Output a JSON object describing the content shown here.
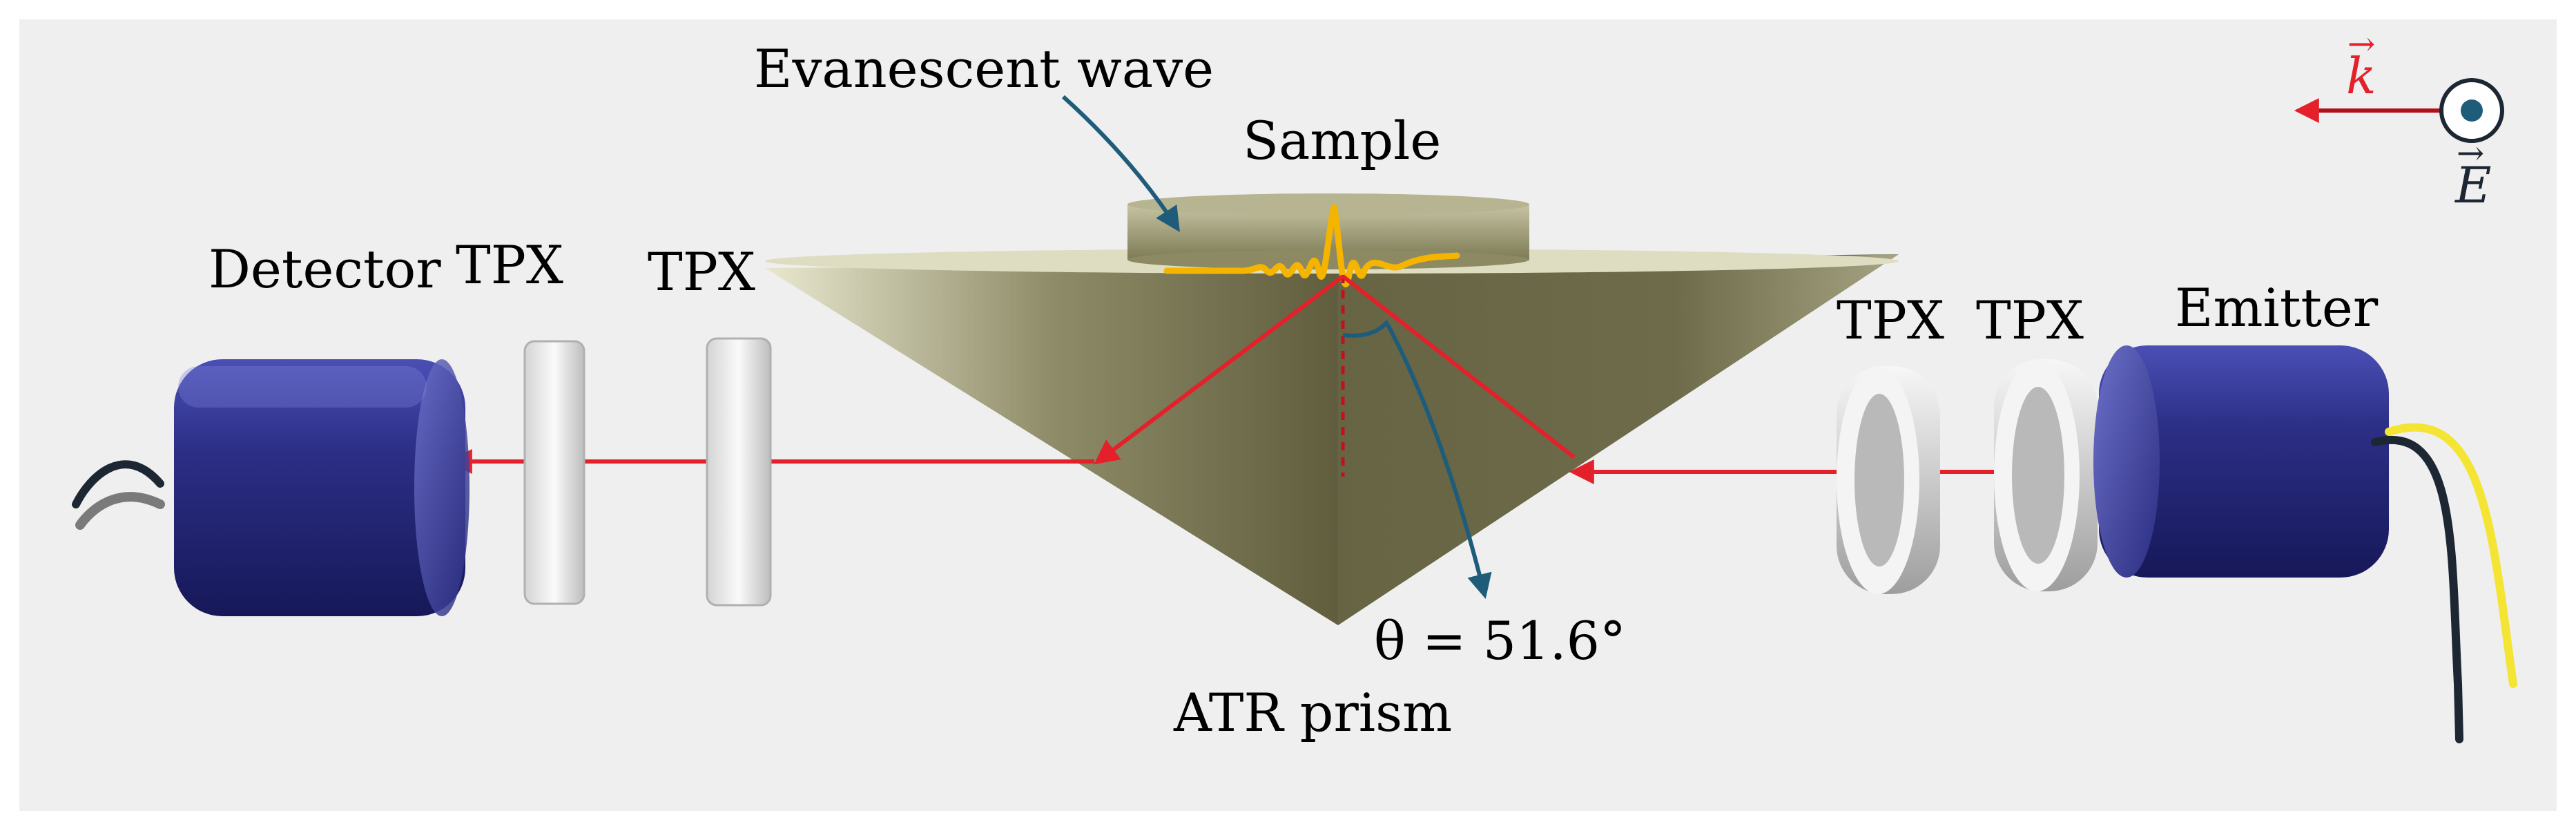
{
  "labels": {
    "evanescent_wave": "Evanescent wave",
    "sample": "Sample",
    "detector": "Detector",
    "tpx_1": "TPX",
    "tpx_2": "TPX",
    "tpx_3": "TPX",
    "tpx_4": "TPX",
    "emitter": "Emitter",
    "angle": "θ = 51.6°",
    "prism": "ATR prism",
    "k_vector": "k",
    "e_vector": "E"
  },
  "colors": {
    "background_panel": "#efefef",
    "beam": "#e4202a",
    "prism_dark": "#5c5a3a",
    "prism_light": "#d6d4b2",
    "sample": "#9a9468",
    "wave": "#f4b400",
    "housing_blue": "#2c2f86",
    "tpx_white": "#ececec",
    "annotation_arrow": "#1f5c7a",
    "cable_dark": "#1c2733",
    "cable_yellow": "#f4e433",
    "cable_gray": "#7a7a7a"
  }
}
